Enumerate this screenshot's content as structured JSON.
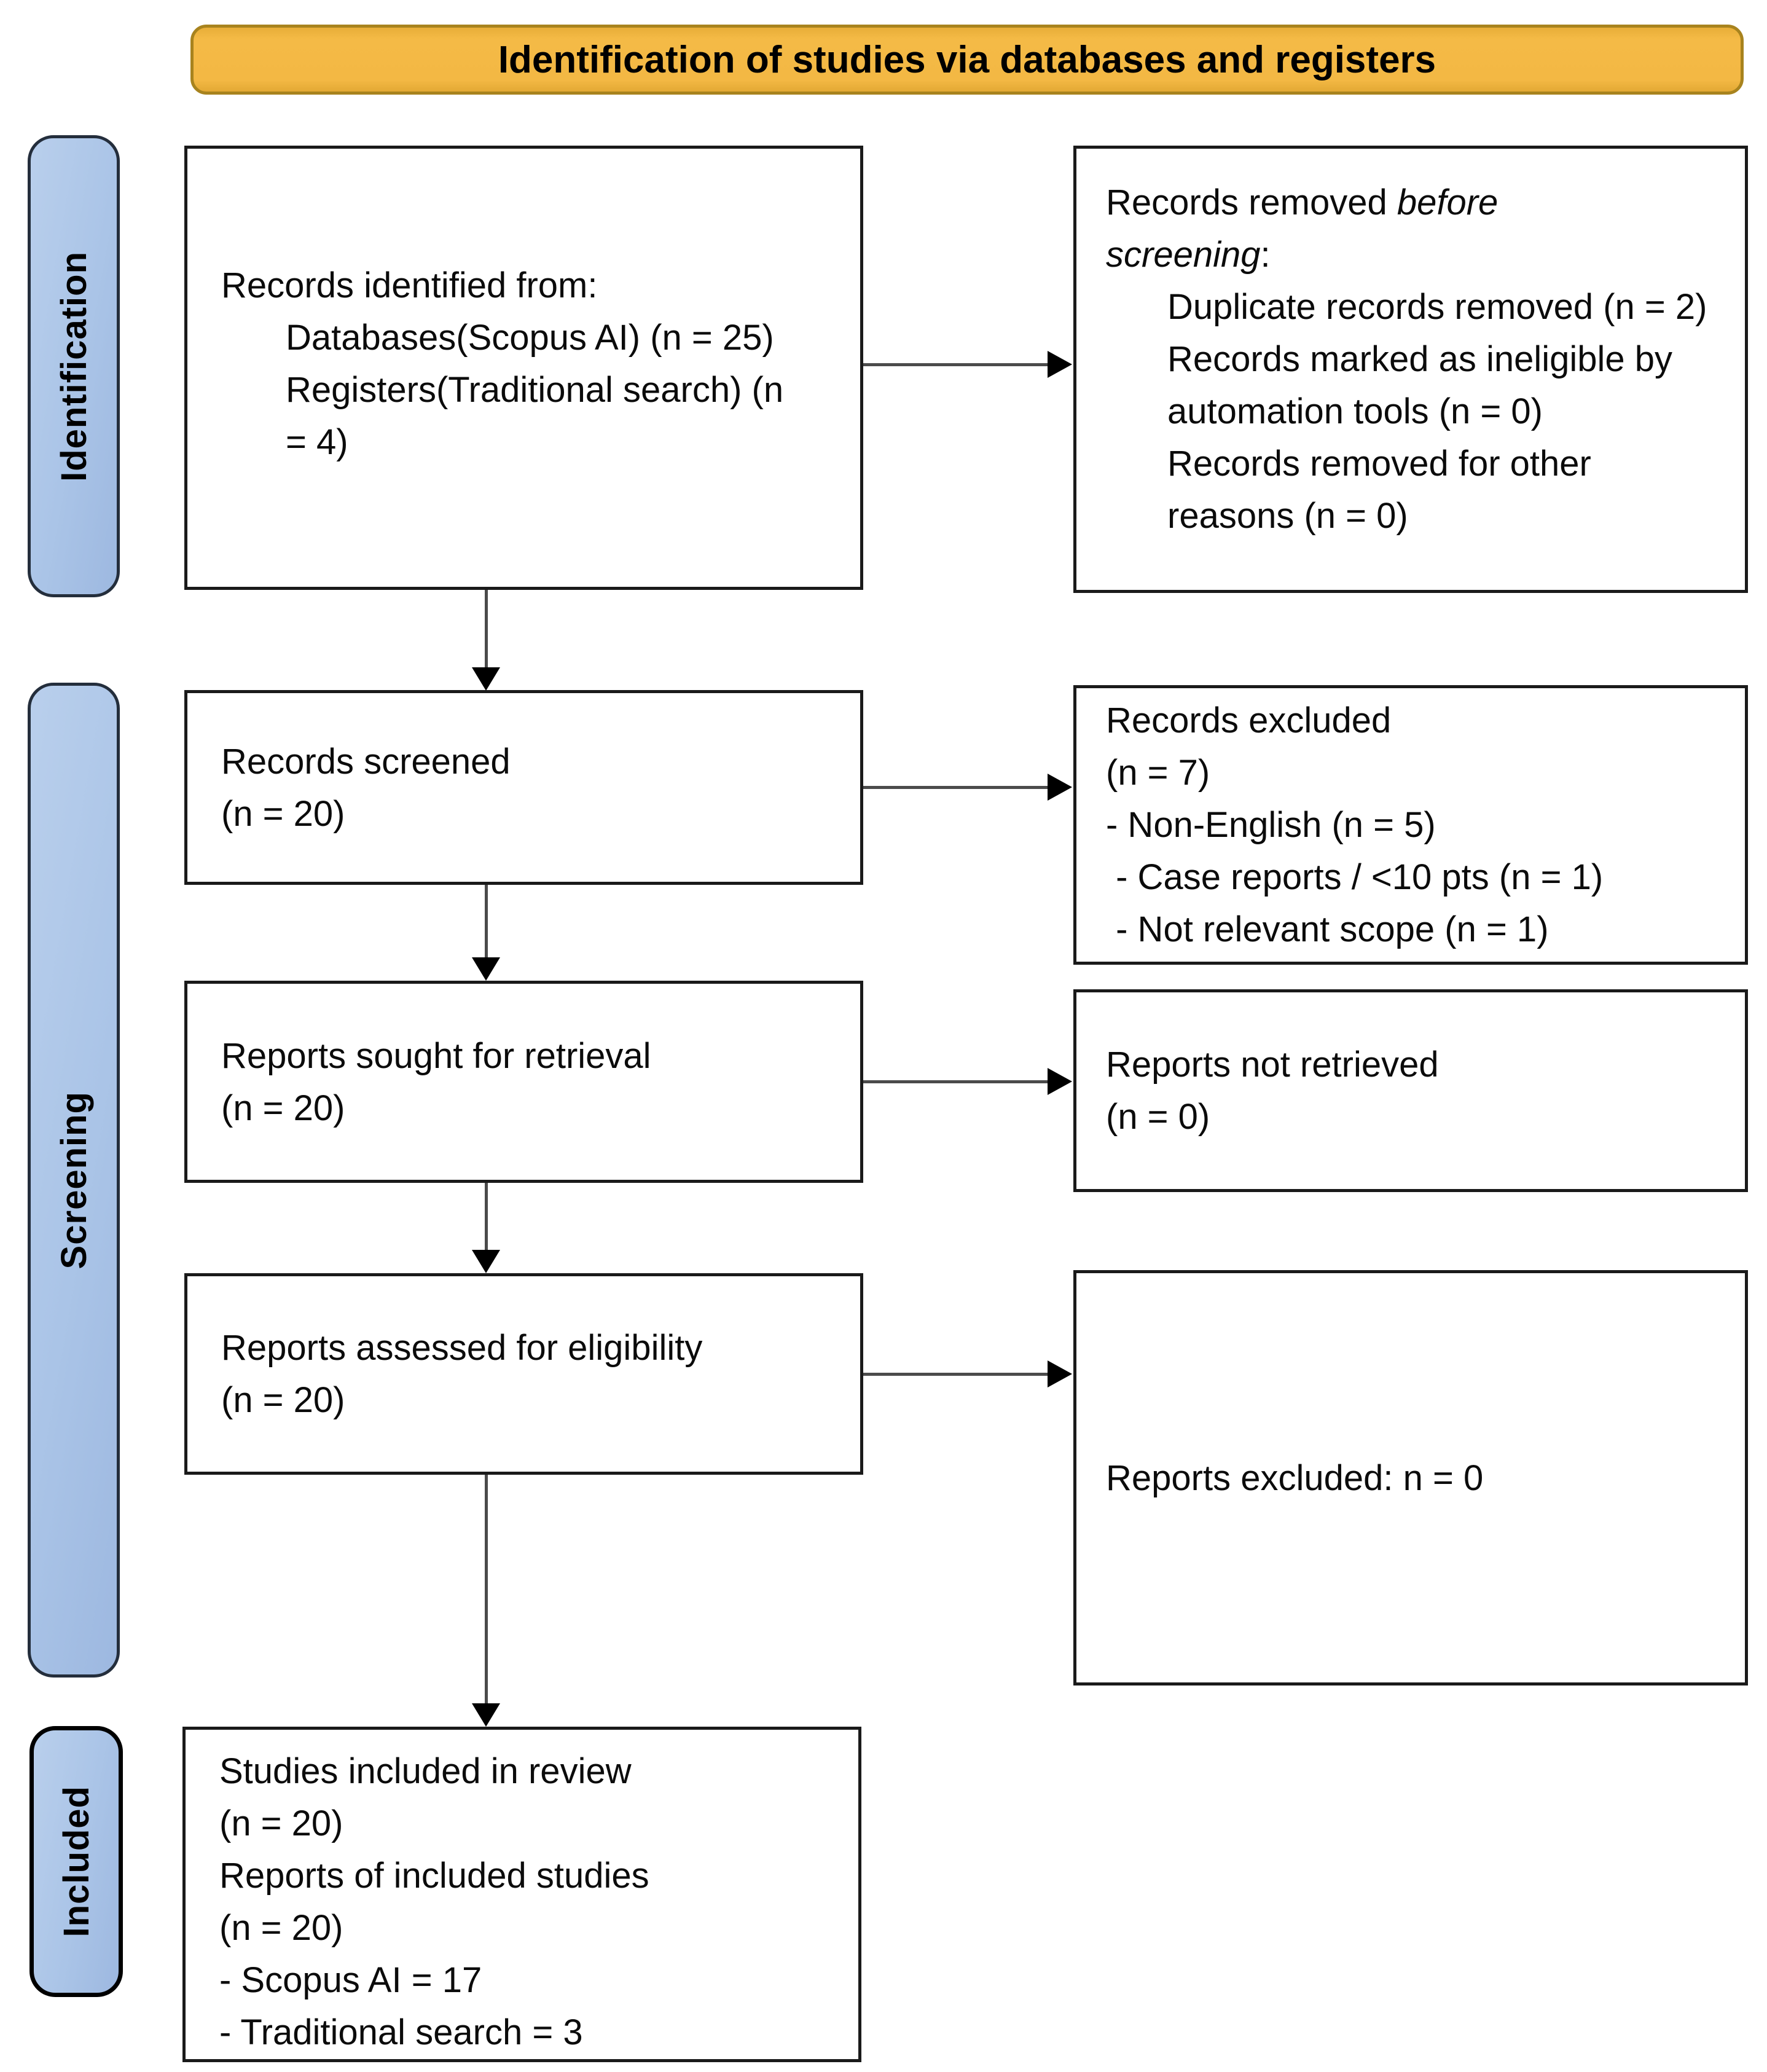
{
  "banner": {
    "title": "Identification of studies via databases and registers"
  },
  "sidebar": {
    "identification": "Identification",
    "screening": "Screening",
    "included": "Included"
  },
  "boxes": {
    "records_identified": {
      "heading": "Records identified from:",
      "items": [
        "Databases(Scopus AI) (n = 25)",
        "Registers(Traditional search) (n = 4)"
      ]
    },
    "records_removed": {
      "heading_prefix": "Records removed ",
      "heading_italic": "before screening",
      "heading_suffix": ":",
      "items": [
        "Duplicate records removed (n = 2)",
        "Records marked as ineligible by automation tools (n = 0)",
        "Records removed for other reasons (n = 0)"
      ]
    },
    "records_screened": {
      "line1": "Records screened",
      "line2": "(n = 20)"
    },
    "records_excluded": {
      "line1": "Records excluded",
      "line2": "(n = 7)",
      "reasons": [
        "- Non-English (n = 5)",
        " - Case reports / <10 pts (n = 1)",
        " - Not relevant scope (n = 1)"
      ]
    },
    "reports_sought": {
      "line1": "Reports sought for retrieval",
      "line2": "(n = 20)"
    },
    "reports_not_retrieved": {
      "line1": "Reports not retrieved",
      "line2": "(n = 0)"
    },
    "reports_assessed": {
      "line1": "Reports assessed for eligibility",
      "line2": "(n = 20)"
    },
    "reports_excluded": {
      "line1": "Reports excluded: n = 0"
    },
    "studies_included": {
      "lines": [
        "Studies included in review",
        "(n = 20)",
        "Reports of included studies",
        "(n = 20)",
        "- Scopus AI = 17",
        "- Traditional search = 3"
      ]
    }
  },
  "colors": {
    "banner_fill": "#F3B844",
    "banner_border": "#A8831E",
    "stage_fill": "#AEC6E8",
    "stage_border": "#242E3C",
    "box_border": "#1A1A1A",
    "connector_line": "#4B4B4B",
    "arrowhead": "#000000",
    "text": "#0B0B0B",
    "background": "#FFFFFF"
  }
}
